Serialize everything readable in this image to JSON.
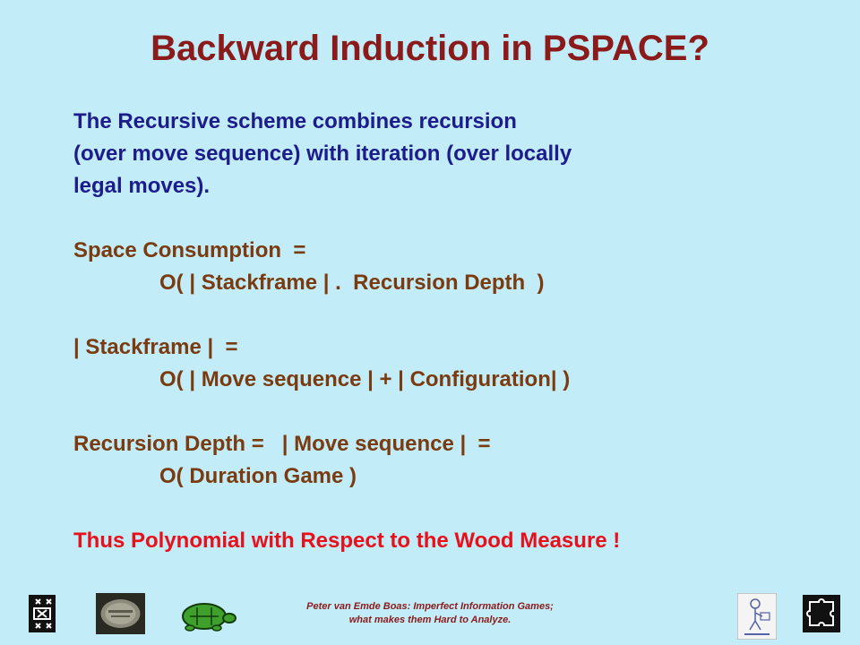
{
  "slide": {
    "title": "Backward Induction in PSPACE?",
    "intro": [
      "The Recursive scheme combines recursion",
      "(over move sequence) with iteration (over locally",
      "legal moves)."
    ],
    "space_consumption": {
      "label": "Space Consumption  =",
      "formula": "O( | Stackframe | .  Recursion Depth  )"
    },
    "stackframe": {
      "label": "| Stackframe |  =",
      "formula": "O( | Move sequence | + | Configuration| )"
    },
    "recursion_depth": {
      "label": "Recursion Depth =   | Move sequence |  =",
      "formula": "O( Duration Game )"
    },
    "conclusion": "Thus Polynomial with Respect to the Wood Measure !"
  },
  "footer": {
    "line1": "Peter van Emde Boas: Imperfect Information Games;",
    "line2": "what makes them Hard to Analyze."
  },
  "colors": {
    "background": "#c2ecf7",
    "title": "#8b1a1a",
    "blue_text": "#1c1c8c",
    "brown_text": "#7a3b10",
    "red_text": "#e8101a"
  },
  "icons": [
    "uva-logo-icon",
    "coin-image-icon",
    "turtle-icon",
    "reader-figure-icon",
    "puzzle-icon"
  ]
}
